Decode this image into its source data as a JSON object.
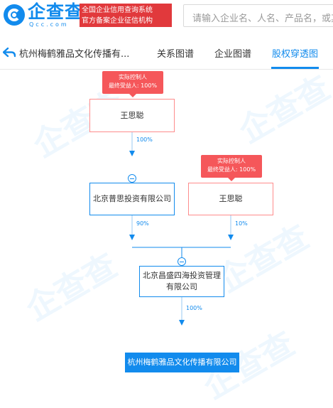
{
  "brand": {
    "logo_text": "企查查",
    "logo_sub": "Qcc.com",
    "cert_line1": "全国企业信用查询系统",
    "cert_line2": "官方备案企业征信机构",
    "accent": "#128bed",
    "cert_bg": "#e1393c"
  },
  "search": {
    "placeholder": "请输入企业名、人名、产品名，或其他"
  },
  "nav": {
    "back_icon": "back-arrow-icon",
    "company_title": "杭州梅鹤雅品文化传播有...",
    "tabs": [
      {
        "label": "关系图谱",
        "active": false
      },
      {
        "label": "企业图谱",
        "active": false
      },
      {
        "label": "股权穿透图",
        "active": true
      }
    ]
  },
  "chart": {
    "watermark": "企查查",
    "nodes": {
      "person_top": {
        "name": "王思聪",
        "tag_line1": "实际控制人",
        "tag_line2": "最终受益人: 100%"
      },
      "person_right": {
        "name": "王思聪",
        "tag_line1": "实际控制人",
        "tag_line2": "最终受益人: 100%"
      },
      "company_left": {
        "name": "北京普思投资有限公司"
      },
      "company_mid": {
        "name_line1": "北京昌盛四海投资管理",
        "name_line2": "有限公司"
      },
      "target": {
        "name": "杭州梅鹤雅品文化传播有限公司"
      }
    },
    "edges": {
      "person_top_to_company_left": "100%",
      "company_left_to_mid": "90%",
      "person_right_to_mid": "10%",
      "mid_to_target": "100%"
    },
    "colors": {
      "person_border": "#fe8c8c",
      "tag_bg": "#f5575a",
      "line": "#128bed",
      "arrow_line": "#9ac8f3"
    }
  }
}
